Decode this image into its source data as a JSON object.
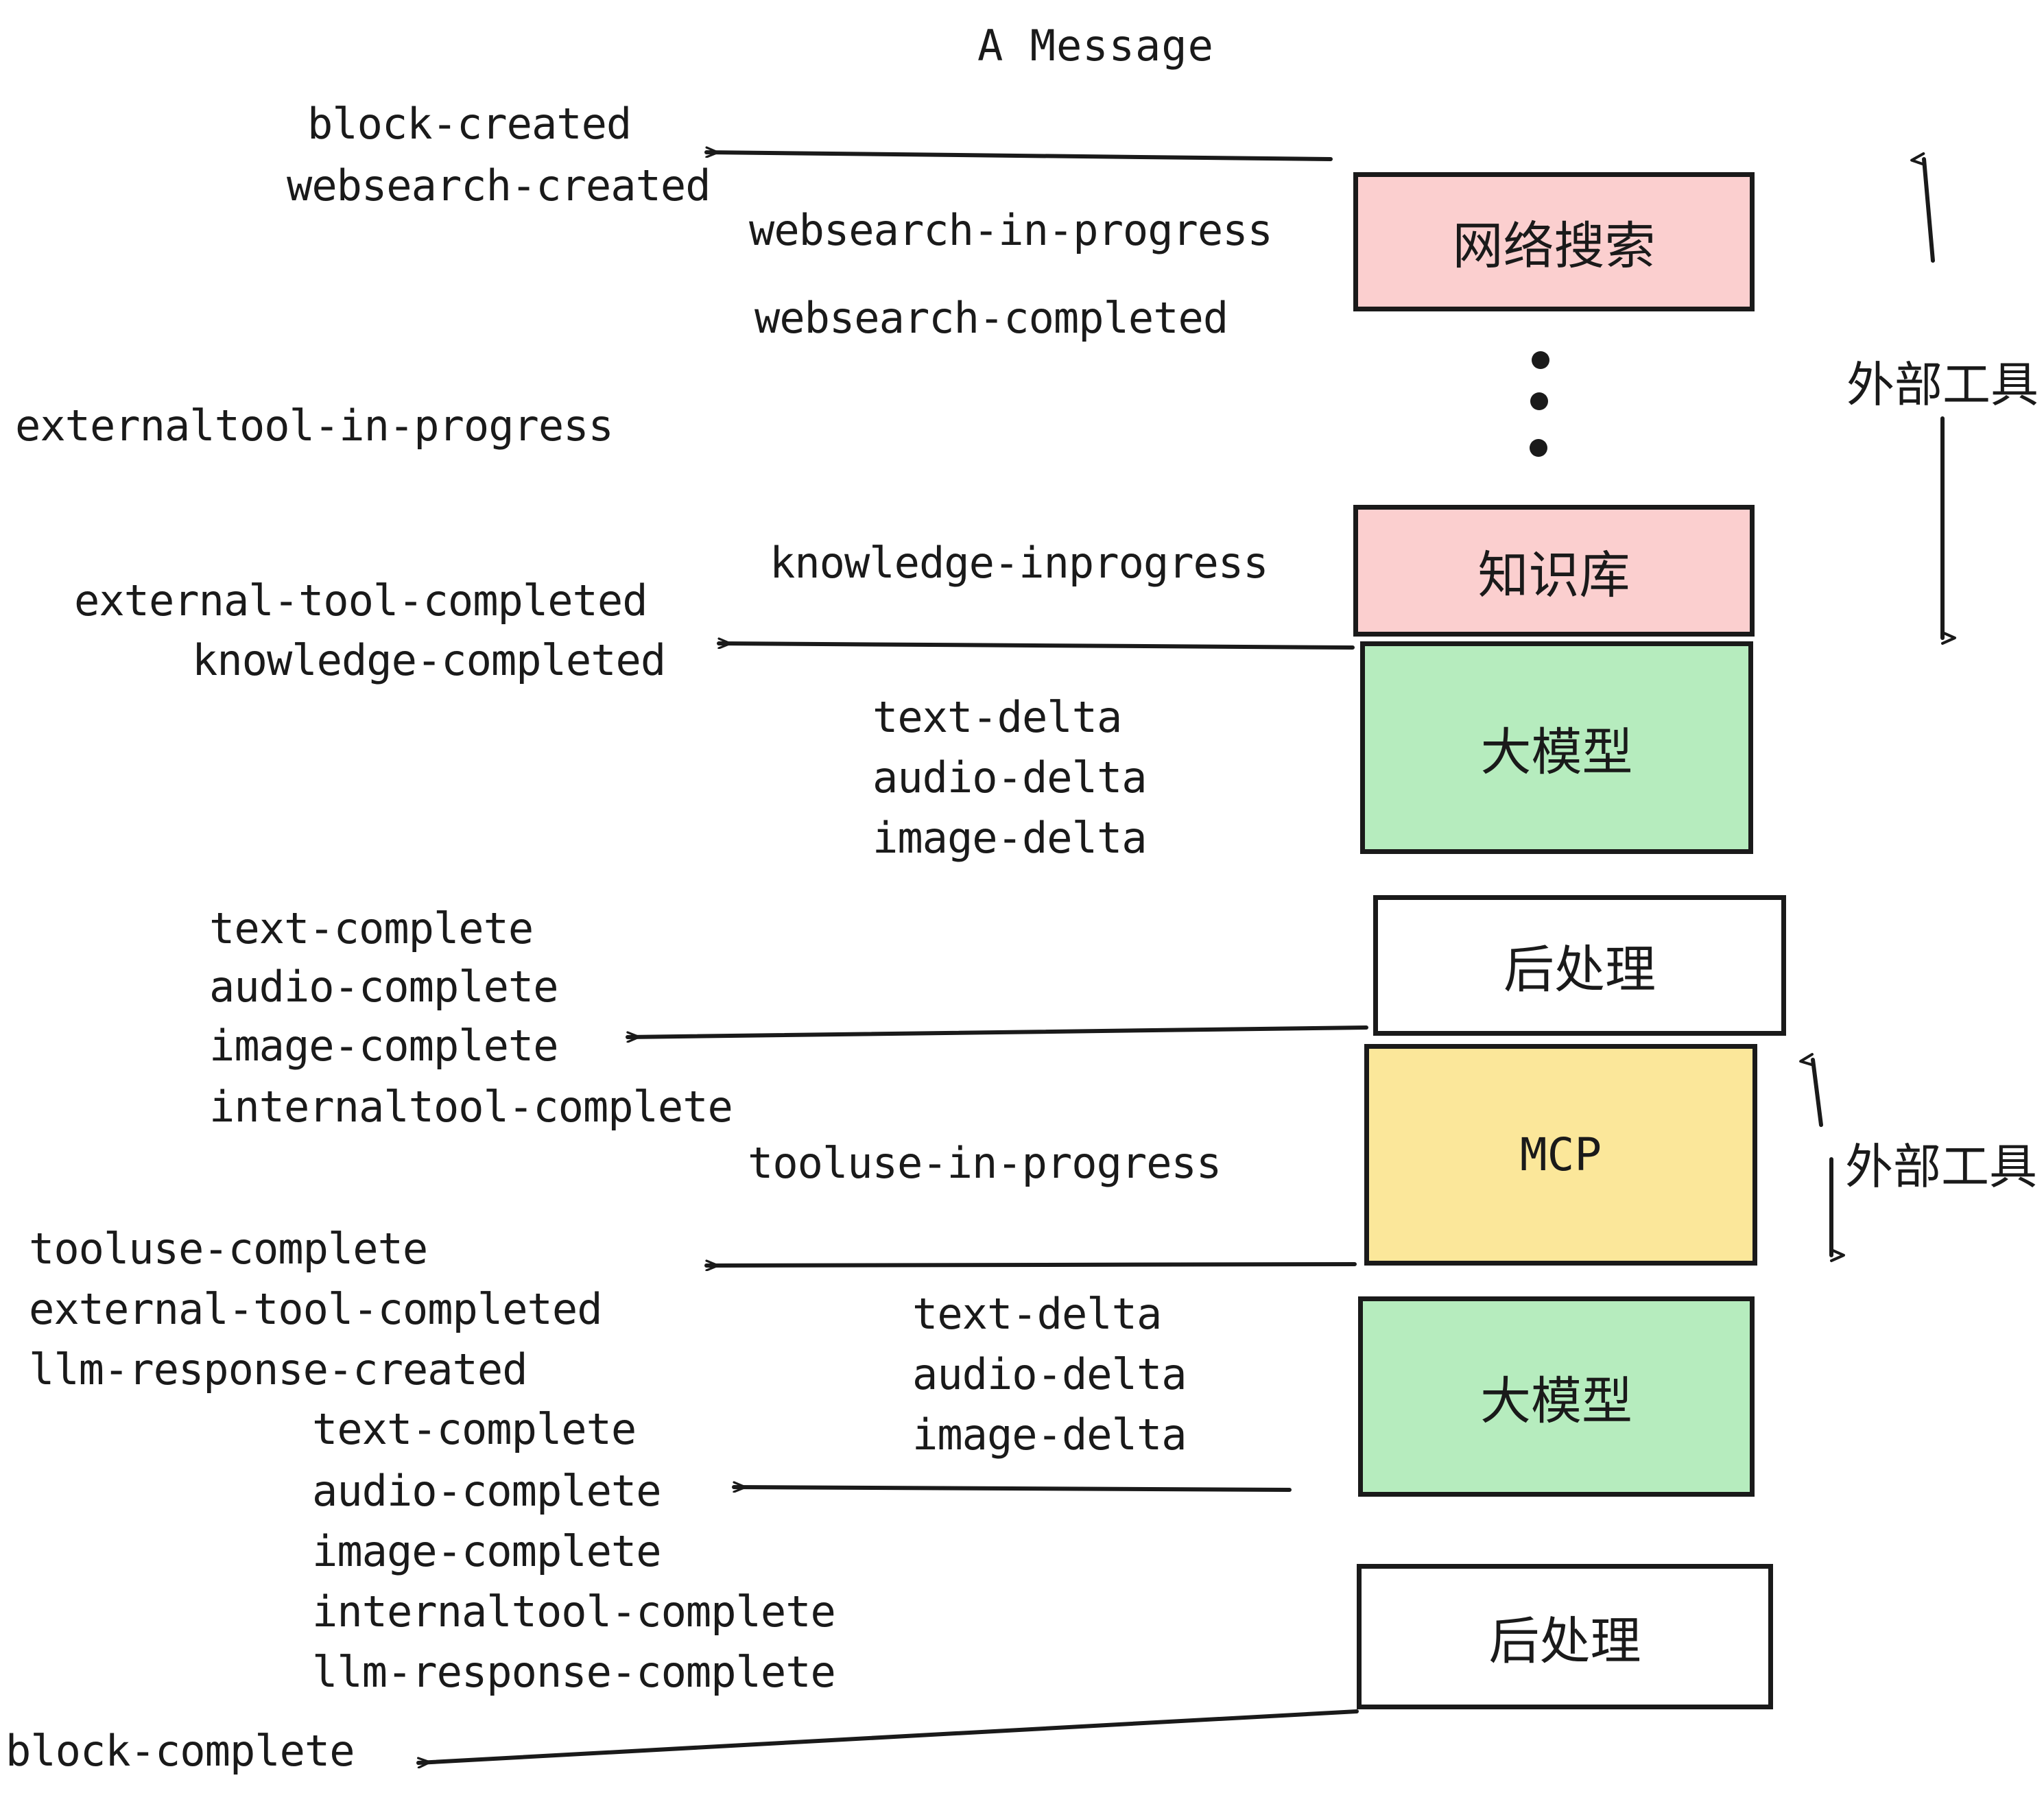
{
  "diagram": {
    "title": "A Message",
    "colors": {
      "pink": "#fbcfcf",
      "green": "#b6ecbe",
      "yellow": "#fbe79a",
      "white": "#ffffff",
      "stroke": "#1a1a1a",
      "text": "#1a1a1a",
      "background": "#ffffff"
    },
    "nodes": [
      {
        "id": "websearch",
        "label": "网络搜索",
        "fill": "pink",
        "script": "cjk"
      },
      {
        "id": "knowledge",
        "label": "知识库",
        "fill": "pink",
        "script": "cjk"
      },
      {
        "id": "llm-1",
        "label": "大模型",
        "fill": "green",
        "script": "cjk"
      },
      {
        "id": "postprocess-1",
        "label": "后处理",
        "fill": "white",
        "script": "cjk"
      },
      {
        "id": "mcp",
        "label": "MCP",
        "fill": "yellow",
        "script": "latin"
      },
      {
        "id": "llm-2",
        "label": "大模型",
        "fill": "green",
        "script": "cjk"
      },
      {
        "id": "postprocess-2",
        "label": "后处理",
        "fill": "white",
        "script": "cjk"
      }
    ],
    "side_labels": [
      {
        "id": "external-tools-top",
        "text": "外部工具"
      },
      {
        "id": "external-tools-bottom",
        "text": "外部工具"
      }
    ],
    "events": [
      {
        "id": "e01",
        "text": "block-created"
      },
      {
        "id": "e02",
        "text": "websearch-created"
      },
      {
        "id": "e03",
        "text": "websearch-in-progress"
      },
      {
        "id": "e04",
        "text": "websearch-completed"
      },
      {
        "id": "e05",
        "text": "externaltool-in-progress"
      },
      {
        "id": "e06",
        "text": "knowledge-inprogress"
      },
      {
        "id": "e07",
        "text": "external-tool-completed"
      },
      {
        "id": "e08",
        "text": "knowledge-completed"
      },
      {
        "id": "e09",
        "text": "text-delta"
      },
      {
        "id": "e10",
        "text": "audio-delta"
      },
      {
        "id": "e11",
        "text": "image-delta"
      },
      {
        "id": "e12",
        "text": "text-complete"
      },
      {
        "id": "e13",
        "text": "audio-complete"
      },
      {
        "id": "e14",
        "text": "image-complete"
      },
      {
        "id": "e15",
        "text": "internaltool-complete"
      },
      {
        "id": "e16",
        "text": "tooluse-in-progress"
      },
      {
        "id": "e17",
        "text": "tooluse-complete"
      },
      {
        "id": "e18",
        "text": "external-tool-completed"
      },
      {
        "id": "e19",
        "text": "llm-response-created"
      },
      {
        "id": "e20",
        "text": "text-delta"
      },
      {
        "id": "e21",
        "text": "audio-delta"
      },
      {
        "id": "e22",
        "text": "image-delta"
      },
      {
        "id": "e23",
        "text": "text-complete"
      },
      {
        "id": "e24",
        "text": "audio-complete"
      },
      {
        "id": "e25",
        "text": "image-complete"
      },
      {
        "id": "e26",
        "text": "internaltool-complete"
      },
      {
        "id": "e27",
        "text": "llm-response-complete"
      },
      {
        "id": "e28",
        "text": "block-complete"
      }
    ]
  }
}
